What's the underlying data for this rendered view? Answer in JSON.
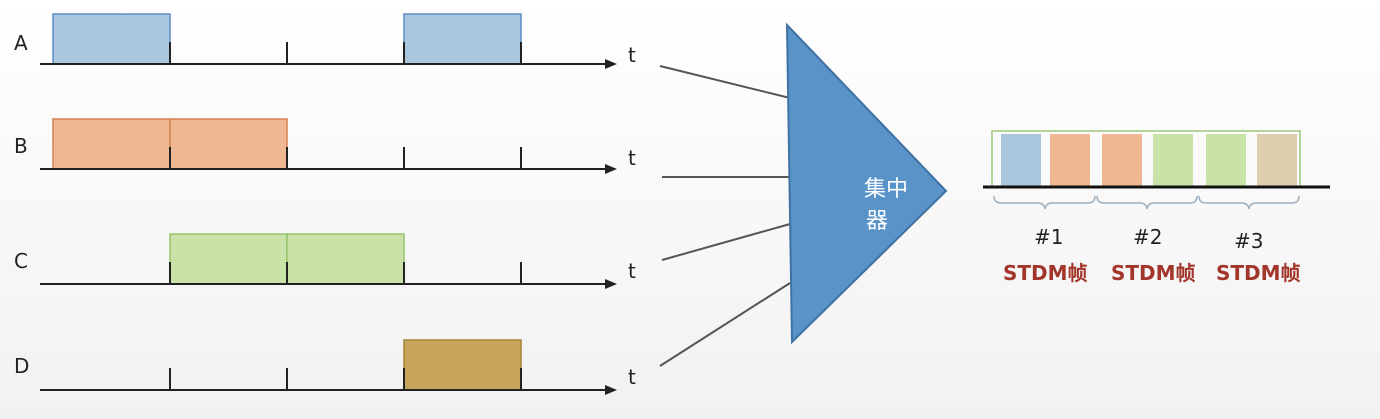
{
  "channels": [
    {
      "label": "A",
      "axis": "t",
      "color": "#a9c6de",
      "border": "#5b8ec0",
      "slots": [
        0,
        3
      ]
    },
    {
      "label": "B",
      "axis": "t",
      "color": "#efb892",
      "border": "#d3834f",
      "slots": [
        0,
        1
      ]
    },
    {
      "label": "C",
      "axis": "t",
      "color": "#c8e2a8",
      "border": "#96c46e",
      "slots": [
        1,
        2
      ]
    },
    {
      "label": "D",
      "axis": "t",
      "color": "#c8a55c",
      "border": "#a6833a",
      "slots": [
        3
      ]
    }
  ],
  "concentrator": {
    "label_line1": "集中",
    "label_line2": "器",
    "color": "#5a93c8",
    "border": "#3f72a3"
  },
  "stdm": {
    "slot_colors": [
      "#a9c6de",
      "#efb892",
      "#efb892",
      "#c8e2a8",
      "#c8e2a8",
      "#ddceb0"
    ],
    "frame_border": "#9cc77b",
    "frames": [
      {
        "number": "#1",
        "label": "STDM帧"
      },
      {
        "number": "#2",
        "label": "STDM帧"
      },
      {
        "number": "#3",
        "label": "STDM帧"
      }
    ]
  }
}
